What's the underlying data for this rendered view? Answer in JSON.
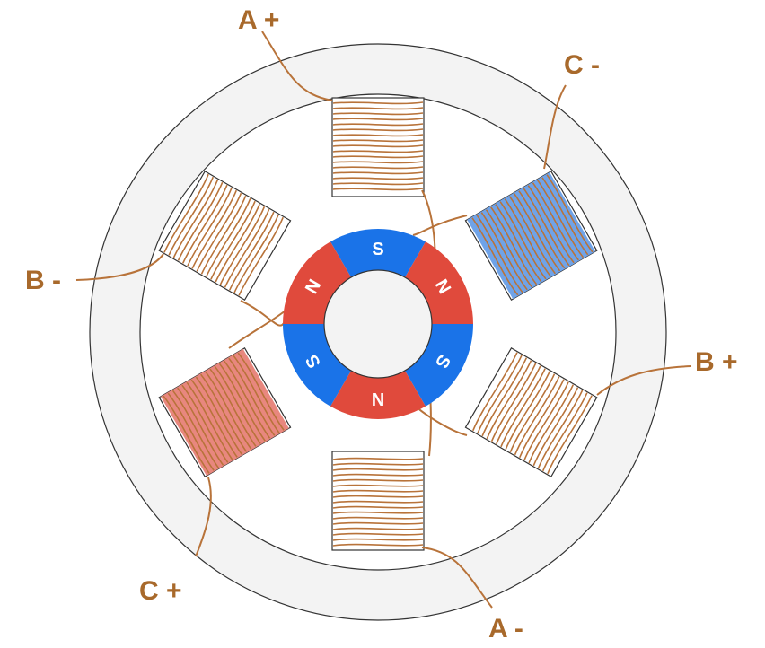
{
  "labels": {
    "a_plus": "A +",
    "a_minus": "A -",
    "b_plus": "B +",
    "b_minus": "B -",
    "c_plus": "C +",
    "c_minus": "C -"
  },
  "rotor_poles": [
    "S",
    "N",
    "S",
    "N",
    "S",
    "N"
  ],
  "colors": {
    "stator_fill": "#f3f3f3",
    "stator_stroke": "#333333",
    "copper_wire": "#b8733a",
    "label_text": "#a8692b",
    "magnet_north": "#e04a3c",
    "magnet_south": "#1a73e8",
    "coil_c_minus_highlight": "#6fa3e8",
    "coil_c_plus_highlight": "#e8877e"
  },
  "icons": {
    "stator": "stator-ring",
    "rotor": "permanent-magnet-rotor",
    "coil": "winding-coil"
  }
}
